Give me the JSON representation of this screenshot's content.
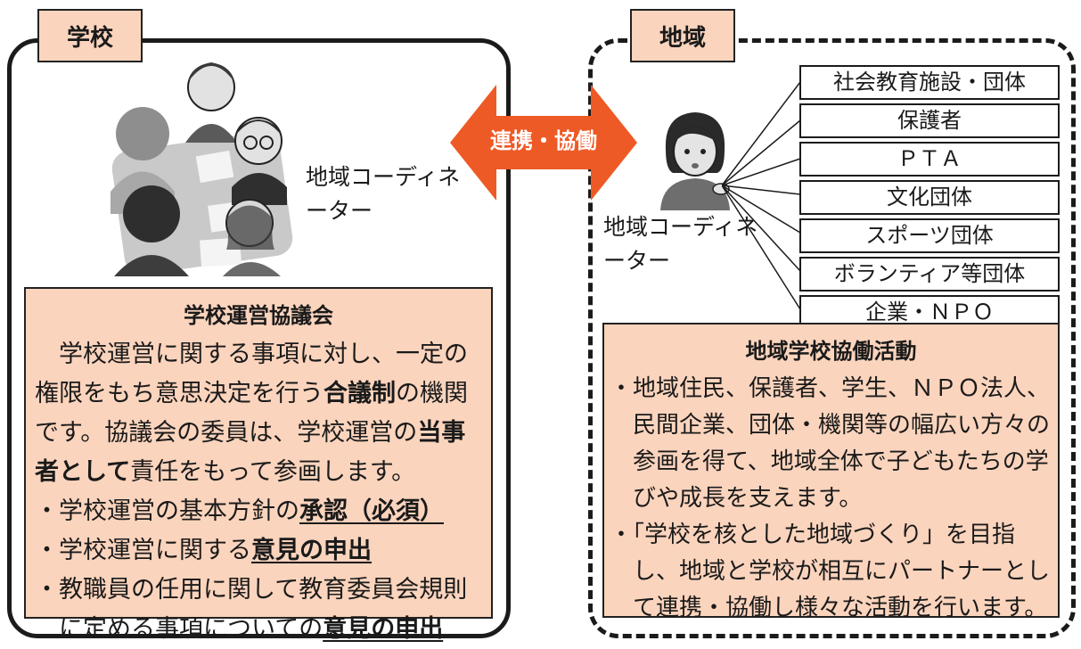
{
  "school": {
    "tab_label": "学校",
    "coordinator_label": "地域コーディネーター",
    "panel": {
      "title": "学校運営協議会",
      "intro_1": "学校運営に関する事項に対し、一定の権限をもち意思決定を行う",
      "intro_bold_1": "合議制",
      "intro_2": "の機関です。協議会の委員は、学校運営の",
      "intro_bold_2": "当事者として",
      "intro_3": "責任をもって参画します。",
      "bullets": [
        {
          "prefix": "・学校運営の基本方針の",
          "emphasis": "承認（必須）"
        },
        {
          "prefix": "・学校運営に関する",
          "emphasis": "意見の申出"
        },
        {
          "prefix": "・教職員の任用に関して教育委員会規則に定める事項についての",
          "emphasis": "意見の申出"
        }
      ]
    }
  },
  "arrow": {
    "label": "連携・協働",
    "color": "#ee5a26"
  },
  "region": {
    "tab_label": "地域",
    "coordinator_label": "地域コーディネーター",
    "organizations": [
      "社会教育施設・団体",
      "保護者",
      "ＰＴＡ",
      "文化団体",
      "スポーツ団体",
      "ボランティア等団体",
      "企業・ＮＰＯ"
    ],
    "panel": {
      "title": "地域学校協働活動",
      "bullets": [
        "・地域住民、保護者、学生、ＮＰＯ法人、民間企業、団体・機関等の幅広い方々の参画を得て、地域全体で子どもたちの学びや成長を支えます。",
        "・「学校を核とした地域づくり」を目指し、地域と学校が相互にパートナーとして連携・協働し様々な活動を行います。"
      ]
    }
  },
  "colors": {
    "panel_fill": "#fbd4bd",
    "tab_fill": "#fbd4bd",
    "frame": "#1b1b1b"
  }
}
